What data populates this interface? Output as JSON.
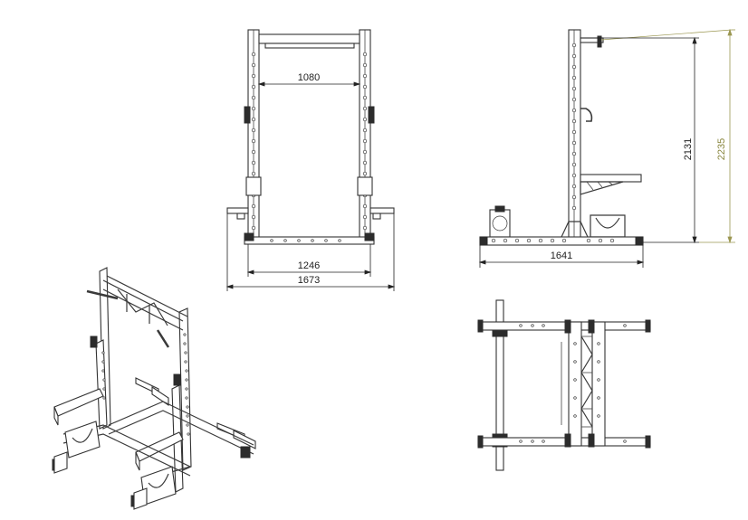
{
  "dimensions": {
    "front_inner_width": "1080",
    "front_base_width": "1246",
    "front_overall_width": "1673",
    "side_depth": "1641",
    "side_height_frame": "2131",
    "side_height_overall": "2235"
  },
  "colors": {
    "line": "#333333",
    "dimension": "#222222",
    "accent_dimension": "#8a8740"
  }
}
